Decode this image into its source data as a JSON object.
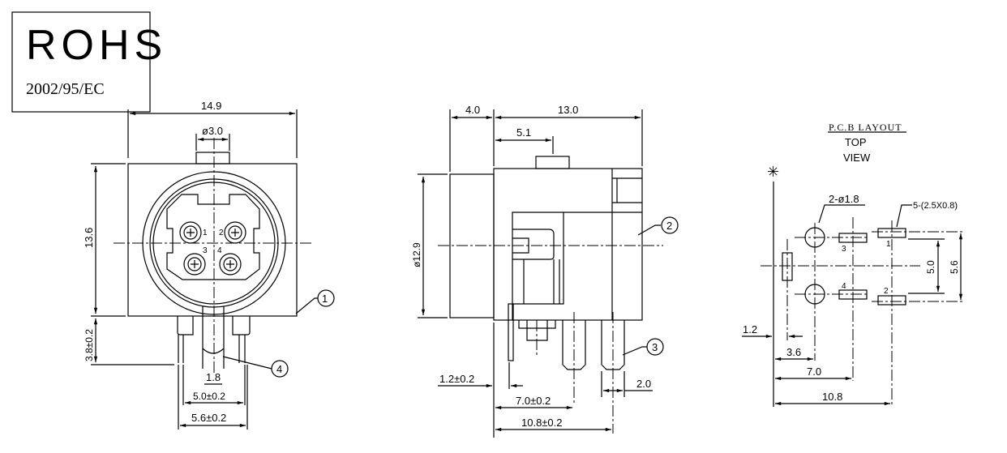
{
  "rohs_box": {
    "title": "ROHS",
    "directive": "2002/95/EC"
  },
  "front_view": {
    "width_dim": "14.9",
    "tab_dim": "ø3.0",
    "height_dim": "13.6",
    "lead_dim": "3.8±0.2",
    "post_dim": "1.8",
    "pin_span_inner": "5.0±0.2",
    "pin_span_outer": "5.6±0.2",
    "pin_labels": [
      "1",
      "2",
      "3",
      "4"
    ],
    "balloons": [
      "①",
      "④"
    ]
  },
  "side_view": {
    "front_dim": "4.0",
    "body_dim": "13.0",
    "tab_offset_dim": "5.1",
    "diameter_dim": "ø12.9",
    "offset_dim": "1.2±0.2",
    "pin_dim_1": "7.0±0.2",
    "pin_dim_2": "10.8±0.2",
    "pin_width_dim": "2.0",
    "balloons": [
      "②",
      "③"
    ]
  },
  "pcb_layout": {
    "title": "P.C.B LAYOUT",
    "subtitle_1": "TOP",
    "subtitle_2": "VIEW",
    "datum_mark": "✳",
    "hole_note": "2-ø1.8",
    "pad_note": "5-(2.5X0.8)",
    "pad_labels": [
      "1",
      "2",
      "3",
      "4"
    ],
    "dim_5_0": "5.0",
    "dim_5_6": "5.6",
    "dim_1_2": "1.2",
    "dim_3_6": "3.6",
    "dim_7_0": "7.0",
    "dim_10_8": "10.8"
  }
}
